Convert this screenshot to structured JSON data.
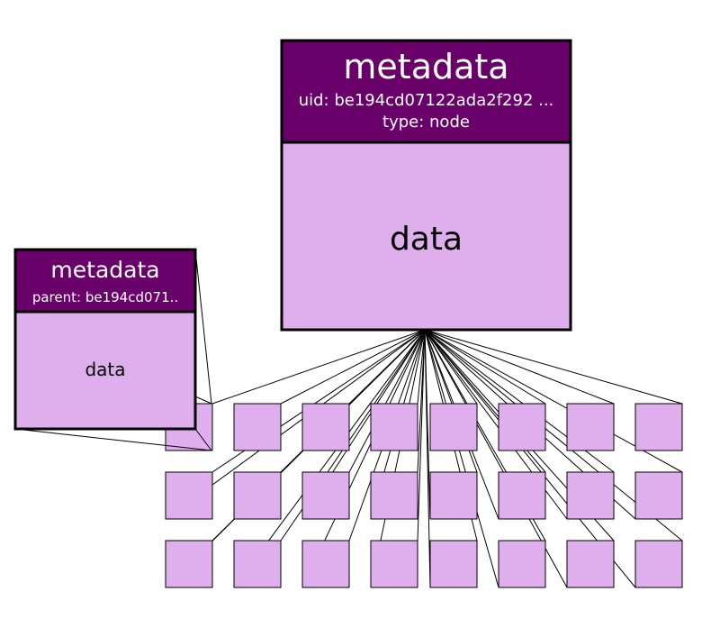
{
  "colors": {
    "header_fill": "#6a006a",
    "body_fill": "#dfaeed",
    "stroke": "#000000",
    "header_text": "#ffffff",
    "body_text": "#000000"
  },
  "main_node": {
    "header_title": "metadata",
    "uid_line": "uid: be194cd07122ada2f292 ...",
    "type_line": "type: node",
    "body_label": "data"
  },
  "child_node": {
    "header_title": "metadata",
    "parent_line": "parent: be194cd071..",
    "body_label": "data"
  },
  "grid": {
    "rows": 3,
    "columns": 8
  }
}
